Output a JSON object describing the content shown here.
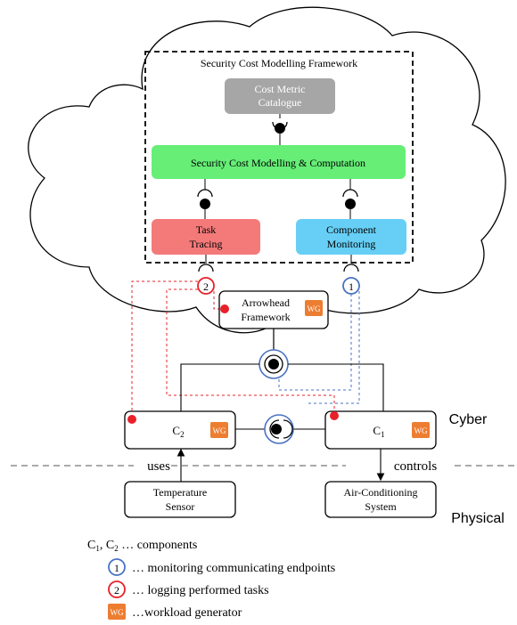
{
  "framework": {
    "title": "Security Cost Modelling Framework",
    "catalogue": {
      "line1": "Cost Metric",
      "line2": "Catalogue",
      "color": "#a6a6a6"
    },
    "computation": {
      "label": "Security Cost Modelling & Computation",
      "color": "#66ee77"
    },
    "task_tracing": {
      "line1": "Task",
      "line2": "Tracing",
      "color": "#f47a7a"
    },
    "component_monitoring": {
      "line1": "Component",
      "line2": "Monitoring",
      "color": "#67cff5"
    }
  },
  "arrowhead": {
    "line1": "Arrowhead",
    "line2": "Framework",
    "badge": "WG"
  },
  "components": {
    "c2": {
      "letter": "C",
      "sub": "2",
      "badge": "WG"
    },
    "c1": {
      "letter": "C",
      "sub": "1",
      "badge": "WG"
    }
  },
  "markers": {
    "monitoring": "1",
    "logging": "2"
  },
  "edges": {
    "uses": "uses",
    "controls": "controls"
  },
  "layers": {
    "cyber": "Cyber",
    "physical": "Physical"
  },
  "devices": {
    "sensor": {
      "line1": "Temperature",
      "line2": "Sensor"
    },
    "ac": {
      "line1": "Air-Conditioning",
      "line2": "System"
    }
  },
  "legend": {
    "components": {
      "c1": "C",
      "c1_sub": "1",
      "sep": ", ",
      "c2": "C",
      "c2_sub": "2",
      "text": " … components"
    },
    "monitoring": {
      "symbol": "1",
      "text": "… monitoring communicating endpoints"
    },
    "logging": {
      "symbol": "2",
      "text": "… logging performed tasks"
    },
    "wg": {
      "symbol": "WG",
      "text": "…workload generator"
    }
  },
  "colors": {
    "red": "#e8202a",
    "blue": "#4a72c4",
    "wg_orange": "#ed7d31",
    "dot": "#e8202a"
  }
}
